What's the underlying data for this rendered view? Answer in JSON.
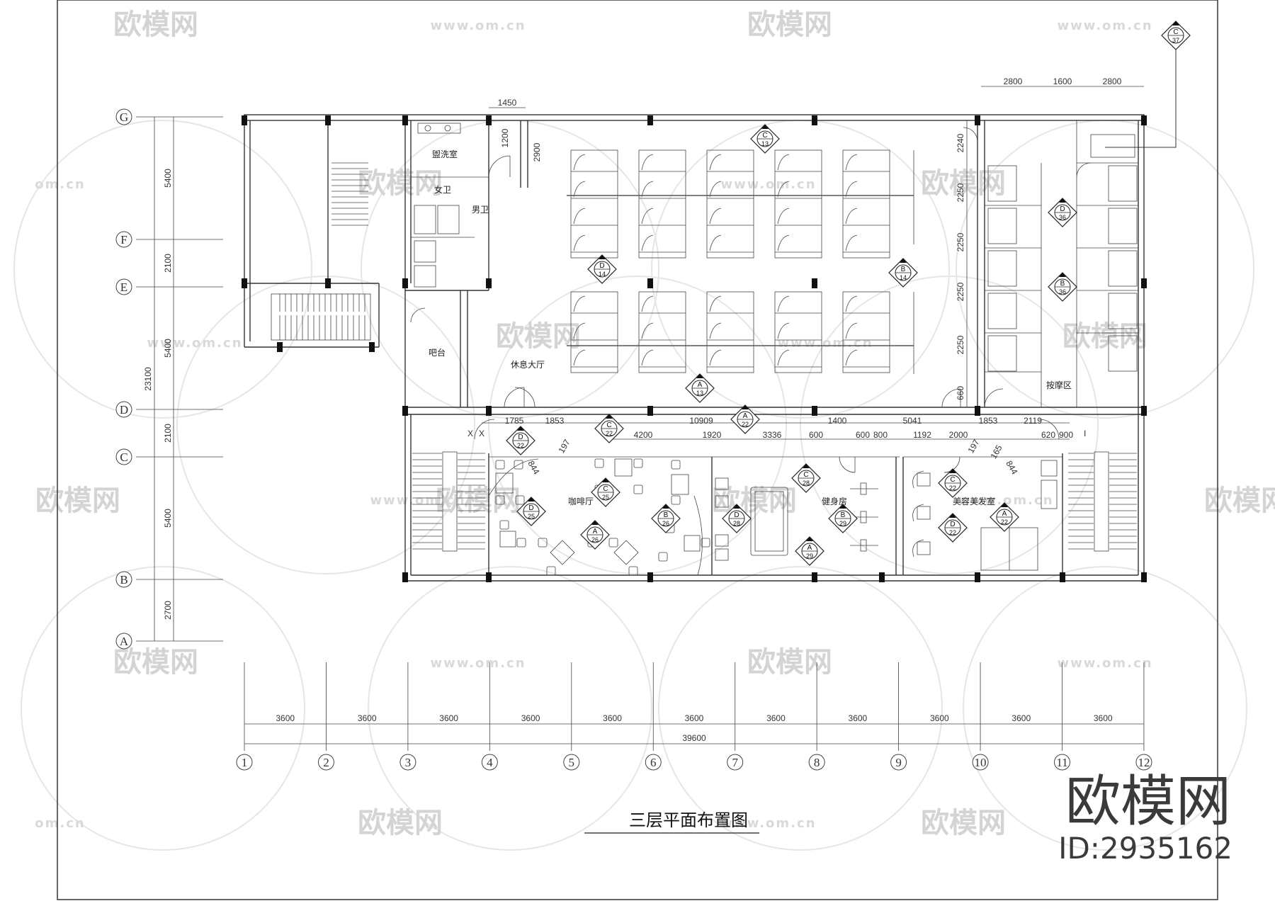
{
  "drawing": {
    "title": "三层平面布置图"
  },
  "brand": {
    "logo_text": "欧模网",
    "id_text": "ID:2935162"
  },
  "watermarks": {
    "logo_text": "欧模网",
    "url_text": "www.om.cn",
    "url_short": "om.cn"
  },
  "grid_rows": {
    "labels": [
      "G",
      "F",
      "E",
      "D",
      "C",
      "B",
      "A"
    ],
    "spacings": [
      "5400",
      "2100",
      "5400",
      "2100",
      "5400",
      "2700"
    ],
    "total": "23100"
  },
  "grid_columns": {
    "labels": [
      "1",
      "2",
      "3",
      "4",
      "5",
      "6",
      "7",
      "8",
      "9",
      "10",
      "11",
      "12"
    ],
    "spacings": [
      "3600",
      "3600",
      "3600",
      "3600",
      "3600",
      "3600",
      "3600",
      "3600",
      "3600",
      "3600",
      "3600"
    ],
    "total": "39600"
  },
  "rooms": {
    "washroom": "盥洗室",
    "female_wc": "女卫",
    "male_wc": "男卫",
    "bar": "吧台",
    "lounge": "休息大厅",
    "massage": "按摩区",
    "cafe": "咖啡厅",
    "gym": "健身房",
    "salon": "美容美发室"
  },
  "dims": {
    "top_right": [
      "2800",
      "1600",
      "2800"
    ],
    "top_1450": "1450",
    "v_1200": "1200",
    "v_2900": "2900",
    "massage_v": [
      "2240",
      "2250",
      "2250",
      "2250",
      "2250",
      "660"
    ],
    "corridor_top": [
      "1785",
      "1853",
      "10909",
      "1400",
      "5041",
      "1853",
      "2119"
    ],
    "corridor_bottom": [
      "4200",
      "1920",
      "3336",
      "600",
      "600",
      "800",
      "1192",
      "2000",
      "620",
      "900"
    ],
    "diag": [
      "197",
      "844",
      "197",
      "165",
      "844"
    ]
  },
  "markers": {
    "m1": {
      "l": "C",
      "n": "13"
    },
    "m2": {
      "l": "D",
      "n": "14"
    },
    "m3": {
      "l": "B",
      "n": "14"
    },
    "m4": {
      "l": "A",
      "n": "13"
    },
    "m5": {
      "l": "D",
      "n": "36"
    },
    "m6": {
      "l": "B",
      "n": "36"
    },
    "m7": {
      "l": "C",
      "n": "22"
    },
    "m8": {
      "l": "A",
      "n": "22"
    },
    "m9": {
      "l": "D",
      "n": "22"
    },
    "m10": {
      "l": "C",
      "n": "25"
    },
    "m11": {
      "l": "D",
      "n": "25"
    },
    "m12": {
      "l": "B",
      "n": "26"
    },
    "m13": {
      "l": "A",
      "n": "26"
    },
    "m14": {
      "l": "C",
      "n": "28"
    },
    "m15": {
      "l": "D",
      "n": "28"
    },
    "m16": {
      "l": "B",
      "n": "29"
    },
    "m17": {
      "l": "A",
      "n": "29"
    },
    "m18": {
      "l": "C",
      "n": "22"
    },
    "m19": {
      "l": "A",
      "n": "22"
    },
    "m20": {
      "l": "D",
      "n": "22"
    },
    "m21": {
      "l": "C",
      "n": "37"
    }
  },
  "section_marks": [
    "X",
    "I"
  ]
}
